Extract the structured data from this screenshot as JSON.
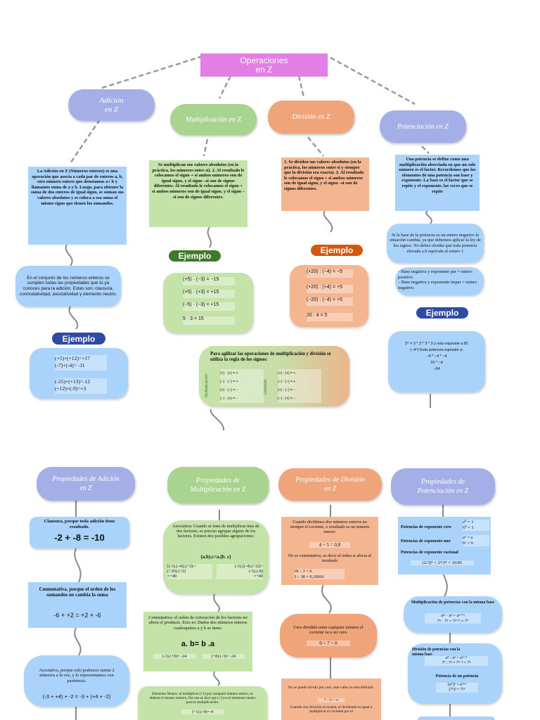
{
  "title": "Operaciones\nen Z",
  "top": {
    "adicion": "Adición\nen Z",
    "multiplicacion": "Multiplicación en Z",
    "division": "División en Z",
    "potenciacion": "Potenciación en Z"
  },
  "adicion_def": "La Adición en Z (Números enteros) es una operación que asocia a cada par de enteros a, b, otro número entero que denotamos a+ b y llamamos suma de a y b. Luego, para obtener la suma de dos enteros de igual signo, se suman sus valores absolutos y se coloca a esa suma el mismo signo que tienen los sumandos.",
  "adicion_prop": "En el conjunto de los números enteros se cumplen todas las propiedades que tú ya conoces para la adición. Estas son: clausura, conmutatividad, asociatividad y elemento neutro.",
  "ejemplo_label": "Ejemplo",
  "adicion_ej": [
    "(+5)+(+12)=+17",
    "(-7)+(-4)= -11",
    "(-25)+(+13)=-12",
    "(+12)+(-9)=+3"
  ],
  "mult_def": "Se multiplican sus valores absolutos (en la práctica, los números entre sí). 2. Al resultado le colocamos el signo + si ambos números son de igual signo, y el signo –si son de signos diferentes. Al resultado le colocamos el signo + si ambos números son de igual signo, y el signo –si son de signos diferentes.",
  "mult_ej": [
    "(+5) · (−3) = −15",
    "(+5) · (+3) = +15",
    "(−5) · (−3) = +15",
    "5 · 3 = 15"
  ],
  "div_def": "1. Se dividen sus valores absolutos (en la práctica, los números entre sí y siempre que la división sea exacta). 2. Al resultado le colocamos el signo + si ambos números son de igual signo, y el signo –si son de signos diferentes.",
  "div_ej": [
    "(+20) : (−4) = −5",
    "(+20) : (+4) = +5",
    "(−20) : (−4) = +5",
    "20 : 4 = 5"
  ],
  "pot_def": "Una potencia se define como una multiplicación abreviada en que un solo número es el factor. Recordemos que los elementos de una potencia son base y exponente. La base es el factor que se repite y el exponente, las veces que se repite",
  "pot_neg": "Si la base de la potencia es un entero negativo la situación cambia, ya que debemos aplicar la ley de los signos. No debes olvidar que toda potencia elevada a 0 equivale al entero 1",
  "pot_rules": "– Base negativa y exponente par = entero positivo.\n– Base negativa y exponente impar = entero negativo.",
  "pot_ej": [
    "3⁴ = 3 * 3 * 3 * 3  y esto equivale a 81",
    "(−4⁴)  Esta potencia equivale a:",
    "−4 * −4 * −4",
    "16 * −4",
    "−64"
  ],
  "signos_title": "Para agilizar las operaciones de multiplicación y división se utiliza la regla de los signos:",
  "signos_mult_label": "Multiplicación",
  "signos_div_label": "División",
  "signos_mult": [
    "(+) · (+) = +",
    "(−) · (−) = +",
    "(+) · (−) = −",
    "(−) · (+) = −"
  ],
  "signos_div": [
    "(+) : (+) = +",
    "(−) : (−) = +",
    "(+) : (−) = −",
    "(−) : (+) = −"
  ],
  "props": {
    "adicion": "Propiedades de Adición\nen Z",
    "multiplicacion": "Propiedades de\nMultiplicación en Z",
    "division": "Propiedades de División\nen Z",
    "potenciacion": "Propiedades de\nPotenciación en Z"
  },
  "ad_clausura": "Clausura, porque toda adición tiene resultado.",
  "ad_clausura_ex": "-2 + -8 = -10",
  "ad_conm": "Conmutativa, porque el orden de los sumandos no cambia la suma",
  "ad_conm_ex": "-6 + +2 = +2 + -6",
  "ad_asoc": "Asociativa, porque solo podemos sumar 2 números a la vez, y lo representamos con paréntesis.",
  "ad_asoc_ex": "(-3 + +4) + -2 = -3 + (+4 + -2)",
  "mu_asoc": "Asociativa: Cuando se trata de multiplicar mas de dos factores, es preciso agrupar alguno de los factores. Existen dos posibles agrupaciones:",
  "mu_asoc_f": "(a.b).c=a.(b. c)",
  "mu_asoc_ex": [
    "[(-5).(-4)].(+2)=",
    "(+20).(+2)",
    "=+40",
    "(-5).[(-4).(+2)]=",
    "(-5).(-8)",
    "=+40"
  ],
  "mu_conm": "Conmutativa: el orden de colocación de los factores no altera el producto. Esto es: Dados dos números enteros cualesquiera a y b se tiene:",
  "mu_conm_f": "a. b= b .a",
  "mu_conm_ex": [
    "(-3).(+8)= -24",
    "(+8).(-3)= -24"
  ],
  "mu_neutro": "Elemento Neutro: al multiplicar (+1) por cualquier número entero, se obtiene el mismo número. Por eso se dice que (+1) es el elemento neutro para la multiplicación.",
  "mu_neutro_ex": "(+1).(-4)=-4",
  "dv_1": "Cuando dividimos dos números enteros no siempre el cociente, o resultado es un numero entero:",
  "dv_1_ex": "4 ÷ 5 = 0,8",
  "dv_2": "No es conmutativa, es decir el orden si afecta al resultado",
  "dv_2_ex": [
    "18 ÷ 3 = 6",
    "3 ÷ 18 = 0,16666"
  ],
  "dv_3": "Cero dividido entre cualquier número el cociente va a ser cero.",
  "dv_3_ex": "0 ÷ 7 = 0",
  "dv_4": "No se puede dividir por cero, este valor no esta definido.",
  "dv_4_ex": "7 ÷ 0 = ∞",
  "dv_5": "Cuando una división es exacta, el dividendo es igual a multiplicar el cociente por el",
  "pt_cero": "Potencias de exponente cero",
  "pt_cero_ex": [
    "a⁰ = 1",
    "6⁰ = 1"
  ],
  "pt_uno": "Potencias de exponente uno",
  "pt_uno_ex": [
    "a¹ = a",
    "6¹ = 6"
  ],
  "pt_rac": "Potencias de exponente racional",
  "pt_rac_ex": "(2/3)⁴ = 2⁴/3⁴ = 16/81",
  "pt_mult": "Multiplicación de potencias con la misma base",
  "pt_mult_ex": [
    "aᵐ · aⁿ = aᵐ⁺ⁿ",
    "7⁵ · 7² = 7⁵⁺² = 7⁷"
  ],
  "pt_div": "División de potencias con la misma base",
  "pt_div_ex": [
    "aᵐ : aⁿ = aᵐ⁻ⁿ",
    "7⁵ : 7² = 7⁵⁻² = 7³"
  ],
  "pt_pot": "Potencia de un potencia",
  "pt_pot_ex": [
    "(aᵐ)ⁿ = aᵐ·ⁿ",
    "(7⁵)³ = 7¹⁵"
  ],
  "colors": {
    "purple": "#e27ee6",
    "blue": "#a3afe6",
    "green": "#a8d48f",
    "orange": "#f0a47a",
    "lightblue": "#a9d3fb",
    "darkblue": "#2e4aa3",
    "darkgreen": "#3f7a2b",
    "darkorange": "#d3580f"
  }
}
